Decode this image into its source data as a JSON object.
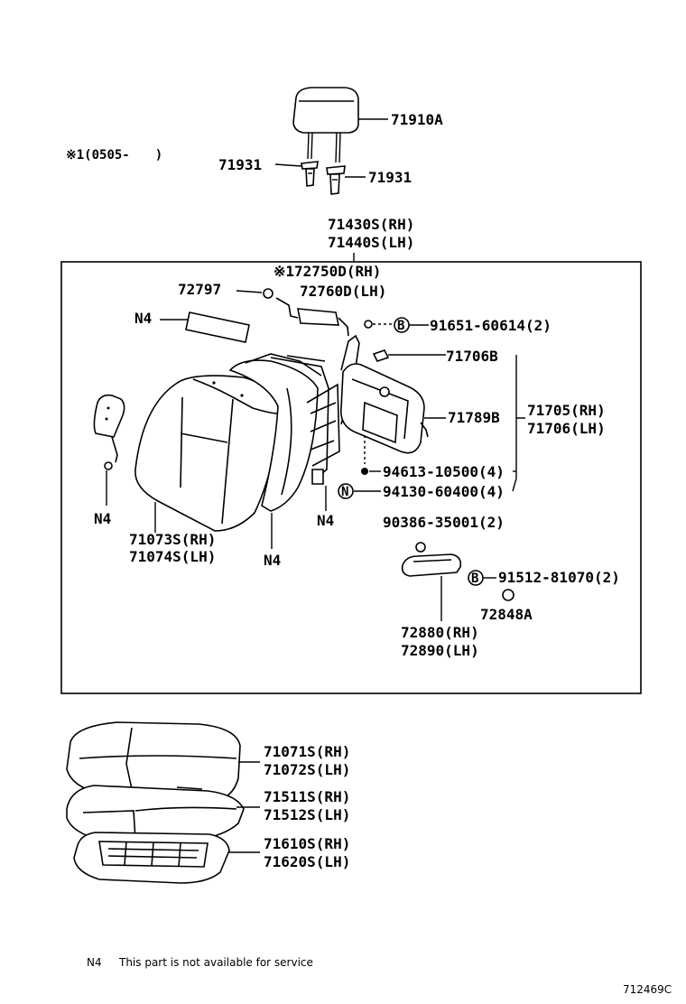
{
  "labels": {
    "headrest": "71910A",
    "guide_left": "71931",
    "guide_right": "71931",
    "applicability_note": "※1(0505-　　)",
    "back_assy_rh": "71430S(RH)",
    "back_assy_lh": "71440S(LH)",
    "heater_rh": "※172750D(RH)",
    "heater_lh": "72760D(LH)",
    "part_72797": "72797",
    "n4_pad": "N4",
    "bolt_91651": "91651-60614(2)",
    "part_71706b": "71706B",
    "part_71789b": "71789B",
    "frame_rh": "71705(RH)",
    "frame_lh": "71706(LH)",
    "nut_94613": "94613-10500(4)",
    "nut_94130": "94130-60400(4)",
    "n4_left": "N4",
    "cover_rh": "71073S(RH)",
    "cover_lh": "71074S(LH)",
    "n4_mid": "N4",
    "n4_frame": "N4",
    "screw_90386": "90386-35001(2)",
    "bolt_91512": "91512-81070(2)",
    "cap_72848a": "72848A",
    "armrest_rh": "72880(RH)",
    "armrest_lh": "72890(LH)",
    "cushion_cover_rh": "71071S(RH)",
    "cushion_cover_lh": "71072S(LH)",
    "cushion_pad_rh": "71511S(RH)",
    "cushion_pad_lh": "71512S(LH)",
    "cushion_frame_rh": "71610S(RH)",
    "cushion_frame_lh": "71620S(LH)"
  },
  "markers": {
    "b1": "B",
    "b2": "B",
    "n1": "N"
  },
  "footnote": {
    "code": "N4",
    "text": "This part is not available for service"
  },
  "diagram_id": "712469C"
}
